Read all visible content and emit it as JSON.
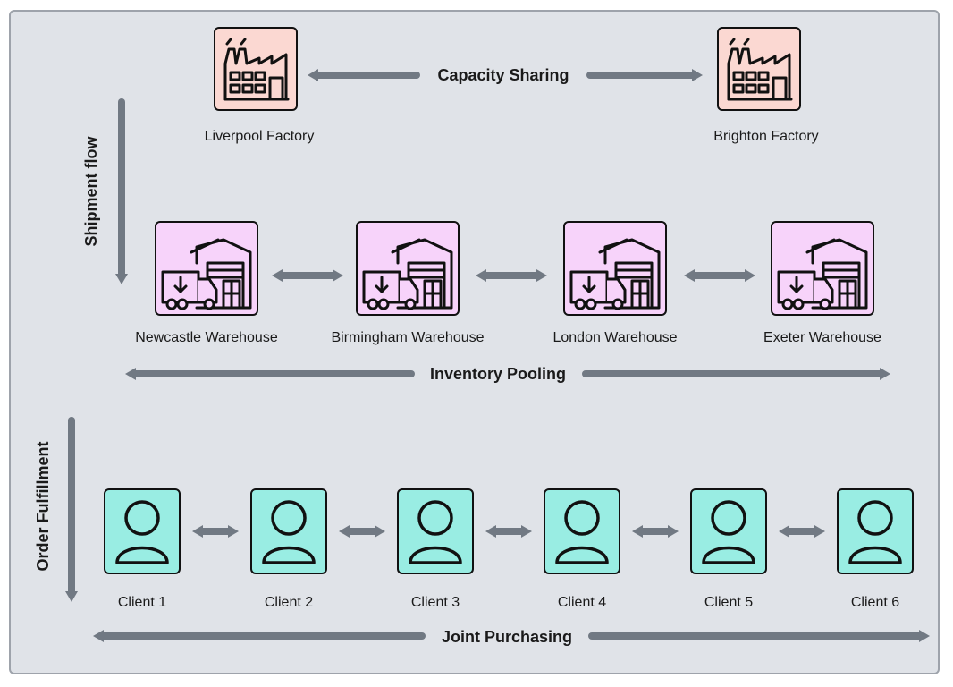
{
  "colors": {
    "panel_bg": "#e0e3e8",
    "arrow": "#717983",
    "factory_fill": "#fbd8d2",
    "warehouse_fill": "#f7d3fa",
    "client_fill": "#99ede3",
    "icon_stroke": "#111111"
  },
  "factories": [
    {
      "name": "Liverpool Factory",
      "icon": "factory-icon"
    },
    {
      "name": "Brighton Factory",
      "icon": "factory-icon"
    }
  ],
  "warehouses": [
    {
      "name": "Newcastle Warehouse",
      "icon": "warehouse-truck-icon"
    },
    {
      "name": "Birmingham Warehouse",
      "icon": "warehouse-truck-icon"
    },
    {
      "name": "London Warehouse",
      "icon": "warehouse-truck-icon"
    },
    {
      "name": "Exeter Warehouse",
      "icon": "warehouse-truck-icon"
    }
  ],
  "clients": [
    {
      "name": "Client 1",
      "icon": "user-icon"
    },
    {
      "name": "Client 2",
      "icon": "user-icon"
    },
    {
      "name": "Client 3",
      "icon": "user-icon"
    },
    {
      "name": "Client 4",
      "icon": "user-icon"
    },
    {
      "name": "Client 5",
      "icon": "user-icon"
    },
    {
      "name": "Client 6",
      "icon": "user-icon"
    }
  ],
  "labels": {
    "capacity_sharing": "Capacity Sharing",
    "inventory_pooling": "Inventory Pooling",
    "joint_purchasing": "Joint Purchasing",
    "shipment_flow": "Shipment flow",
    "order_fulfillment": "Order Fulfillment"
  }
}
